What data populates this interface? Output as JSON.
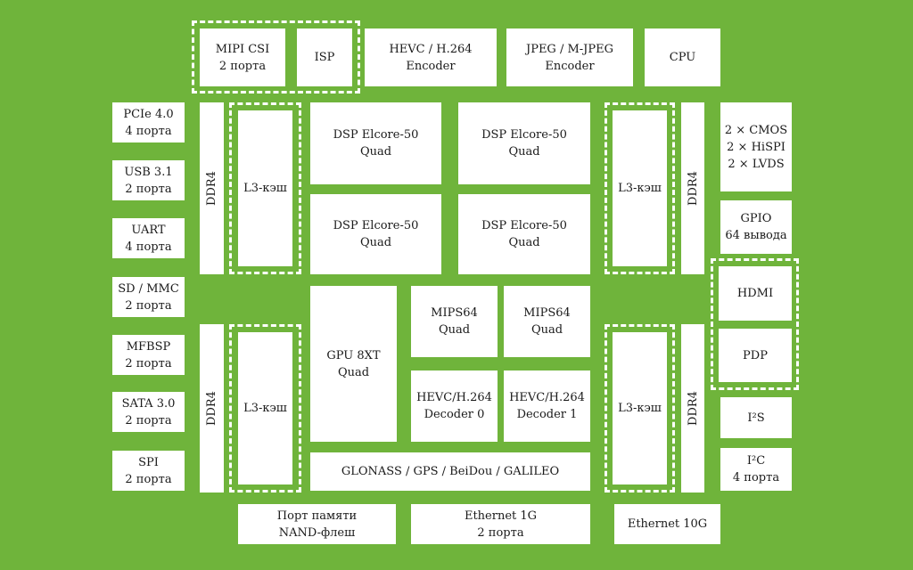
{
  "colors": {
    "background": "#6fb43b",
    "block": "#ffffff",
    "text": "#1a1a1a",
    "group_border": "#ffffff"
  },
  "blocks": {
    "mipi_csi": "MIPI CSI\n2 порта",
    "isp": "ISP",
    "hevc_encoder": "HEVC / H.264\nEncoder",
    "jpeg_encoder": "JPEG / M-JPEG\nEncoder",
    "cpu": "CPU",
    "pcie": "PCIe 4.0\n4 порта",
    "usb": "USB 3.1\n2 порта",
    "uart": "UART\n4 порта",
    "sd_mmc": "SD / MMC\n2 порта",
    "mfbsp": "MFBSP\n2 порта",
    "sata": "SATA 3.0\n2 порта",
    "spi": "SPI\n2 порта",
    "ddr4_tl": "DDR4",
    "ddr4_bl": "DDR4",
    "ddr4_tr": "DDR4",
    "ddr4_br": "DDR4",
    "l3_tl": "L3-кэш",
    "l3_bl": "L3-кэш",
    "l3_tr": "L3-кэш",
    "l3_br": "L3-кэш",
    "dsp1": "DSP Elcore-50\nQuad",
    "dsp2": "DSP Elcore-50\nQuad",
    "dsp3": "DSP Elcore-50\nQuad",
    "dsp4": "DSP Elcore-50\nQuad",
    "gpu": "GPU 8XT\nQuad",
    "mips1": "MIPS64\nQuad",
    "mips2": "MIPS64\nQuad",
    "hevc_dec0": "HEVC/H.264\nDecoder 0",
    "hevc_dec1": "HEVC/H.264\nDecoder 1",
    "gnss": "GLONASS / GPS / BeiDou / GALILEO",
    "cmos": "2 × CMOS\n2 × HiSPI\n2 × LVDS",
    "gpio": "GPIO\n64 вывода",
    "hdmi": "HDMI",
    "pdp": "PDP",
    "i2s": "I²S",
    "i2c": "I²C\n4 порта",
    "nand": "Порт памяти\nNAND-флеш",
    "eth1g": "Ethernet 1G\n2 порта",
    "eth10g": "Ethernet 10G"
  }
}
